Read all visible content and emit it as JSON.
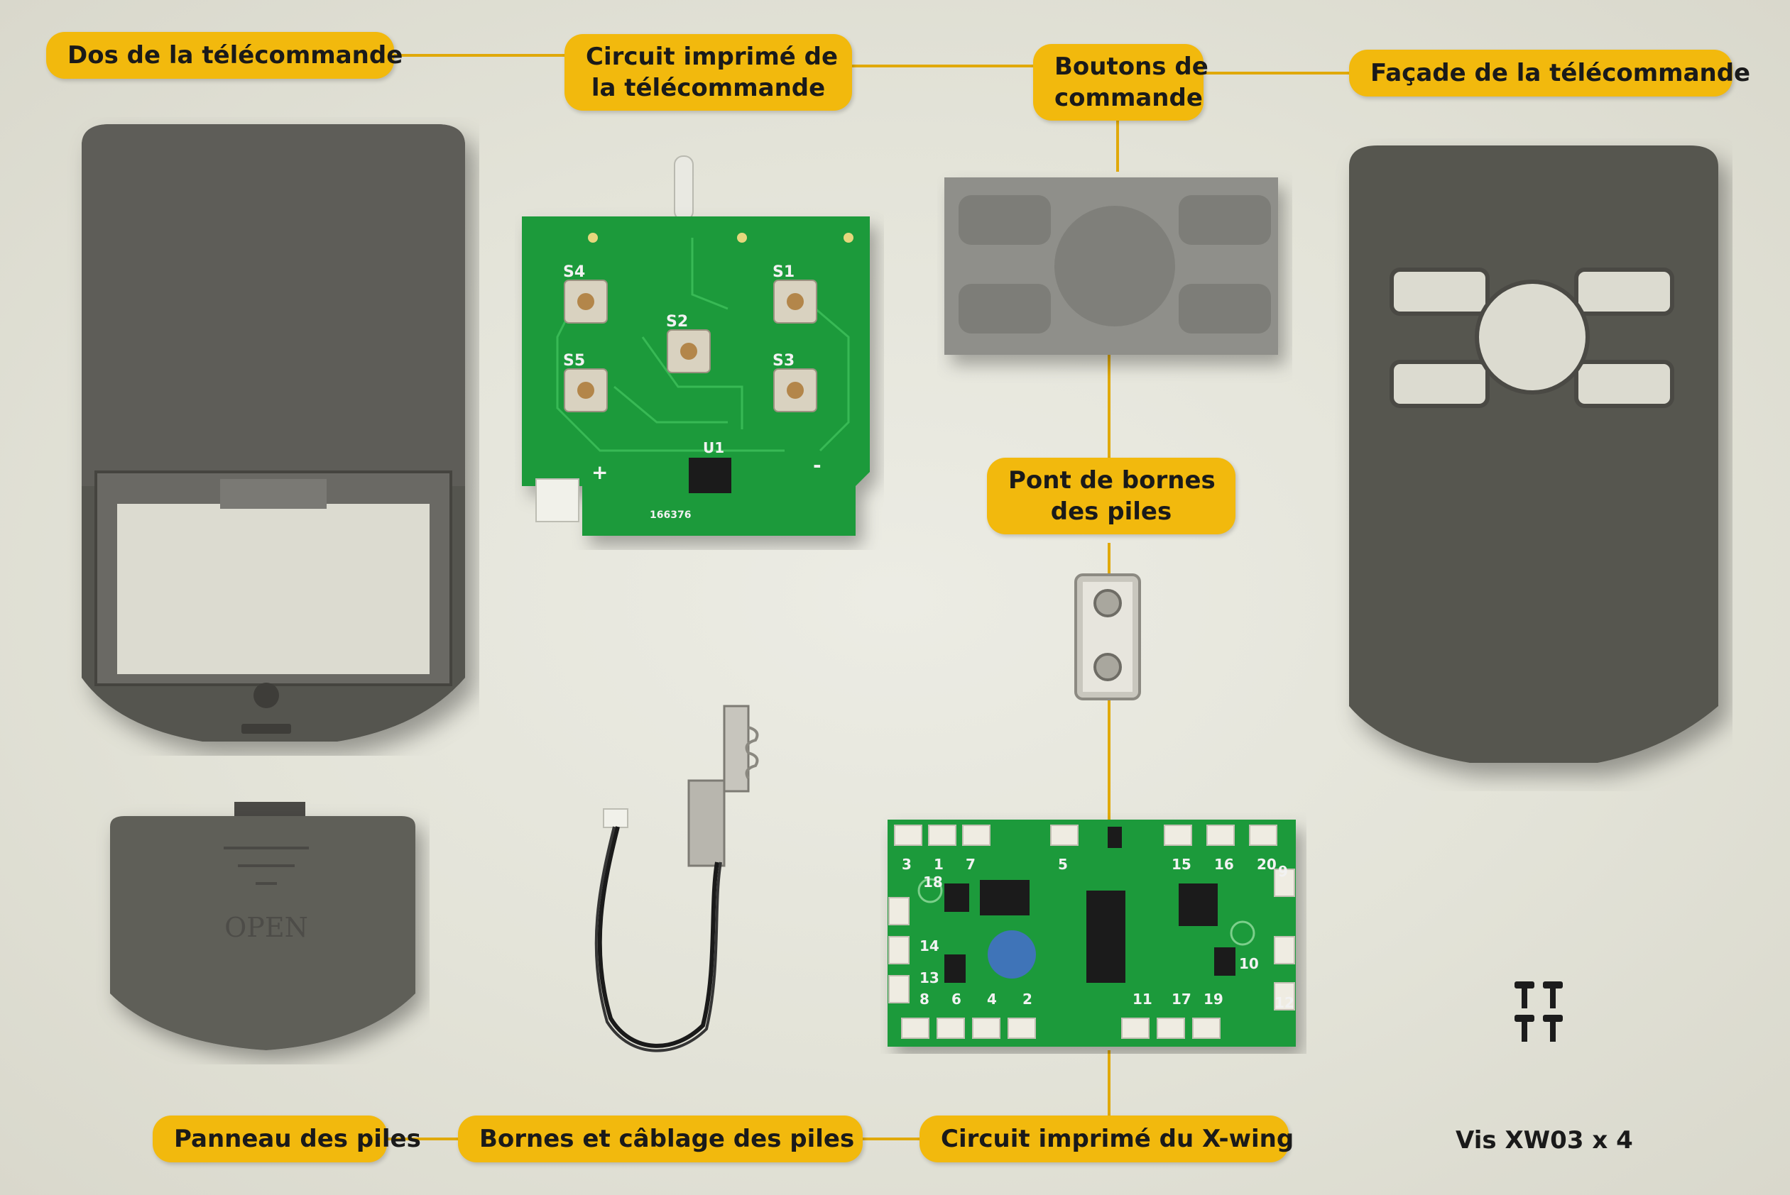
{
  "labels": {
    "back_cover": "Dos de la télécommande",
    "remote_pcb_line1": "Circuit imprimé de",
    "remote_pcb_line2": "la télécommande",
    "buttons_line1": "Boutons de",
    "buttons_line2": "commande",
    "front_cover": "Façade de la télécommande",
    "terminal_bridge_line1": "Pont de bornes",
    "terminal_bridge_line2": "des piles",
    "battery_panel": "Panneau des piles",
    "battery_terminals": "Bornes et câblage des piles",
    "xwing_pcb": "Circuit imprimé du X-wing",
    "screws": "Vis XW03 x 4"
  },
  "battery_cover_text": "OPEN",
  "remote_pcb_silkscreen": {
    "switches": [
      "S4",
      "S1",
      "S2",
      "S5",
      "S3"
    ],
    "chip": "U1",
    "plus": "+",
    "minus": "-",
    "code": "166376"
  },
  "xwing_pcb_numbers": [
    "3",
    "1",
    "7",
    "5",
    "15",
    "16",
    "20",
    "9",
    "18",
    "14",
    "13",
    "8",
    "6",
    "4",
    "2",
    "11",
    "17",
    "19",
    "10",
    "12"
  ],
  "colors": {
    "accent_label": "#f2b90d",
    "pcb_green": "#1f9a3a",
    "shell_grey": "#5a5955"
  }
}
